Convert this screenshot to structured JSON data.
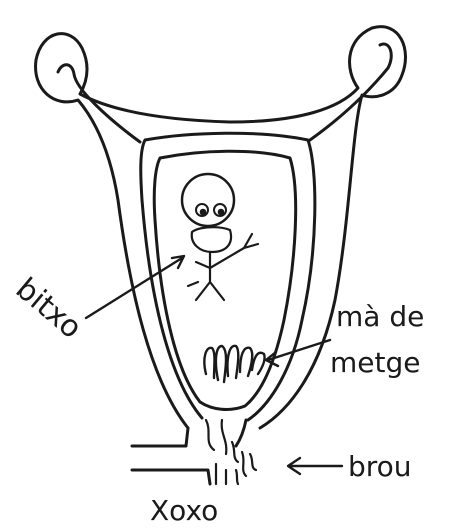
{
  "labels": {
    "bitxo": "bitxo",
    "ma_de_metge_line1": "mà de",
    "ma_de_metge_line2": "metge",
    "brou": "brou",
    "xoxo": "Xoxo"
  },
  "colors": {
    "ink": "#1a1a1a",
    "paper": "#ffffff"
  }
}
